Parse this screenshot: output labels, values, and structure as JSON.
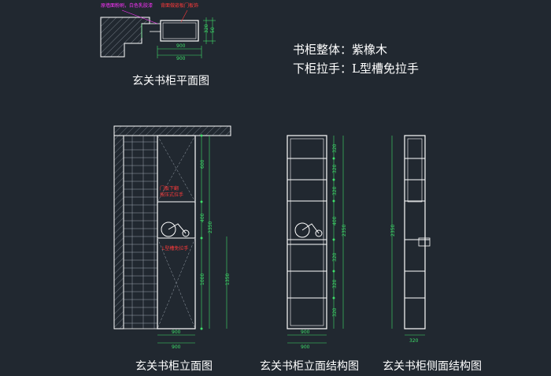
{
  "colors": {
    "background": "#212830",
    "linework": "#ffffff",
    "dimension": "#3ee06a",
    "annotation_red": "#ff3a3a",
    "annotation_magenta": "#ff33ff",
    "hatch": "#9aa3ad"
  },
  "title_notes": {
    "material": "书柜整体：紫橡木",
    "handle": "下柜拉手：L型槽免拉手"
  },
  "plan": {
    "caption": "玄关书柜平面图",
    "note_left": "原墙面粉刷，白色乳胶漆",
    "note_right": "背面做嵌板门板饰",
    "dims": {
      "depth_top": "50",
      "depth_bottom": "320",
      "width_inner": "900",
      "width_total": "900"
    }
  },
  "elevation": {
    "caption": "玄关书柜立面图",
    "note_door_open": "门板下翻",
    "note_door_handle": "按压式拉手",
    "note_lower": "L型槽免拉手",
    "dims": [
      "900",
      "600",
      "400",
      "2350",
      "1000",
      "1350",
      "900"
    ]
  },
  "structure_front": {
    "caption": "玄关书柜立面结构图",
    "dims": [
      "900",
      "320",
      "320",
      "320",
      "400",
      "320",
      "320",
      "320",
      "2350",
      "900"
    ]
  },
  "structure_side": {
    "caption": "玄关书柜侧面结构图",
    "dims": [
      "2350",
      "320"
    ]
  }
}
